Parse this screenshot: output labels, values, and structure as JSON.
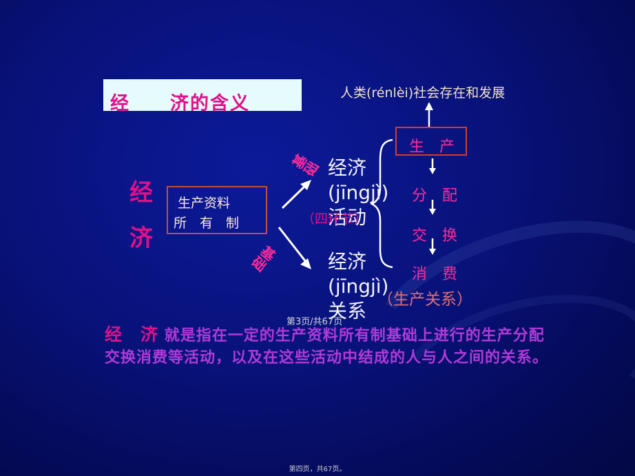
{
  "title": "经　　济的含义",
  "left_chars": [
    "经",
    "济"
  ],
  "ownership_box": {
    "line1": "生产资料",
    "line2": "所　有　制"
  },
  "base_label_upper": "基础",
  "base_label_lower": "基础",
  "economic_activity": "经济(jīngjì)活动",
  "four_links": "（四环节）",
  "economic_relation": "经济(jīngjì)关系",
  "top_goal": "人类(rénlèi)社会存在和发展",
  "steps": [
    "生　产",
    "分　配",
    "交　换",
    "消　费"
  ],
  "production_relation": "（生产关系）",
  "page_marker": "第3页/共67页",
  "definition": {
    "lead": "经　济",
    "text": "就是指在一定的生产资料所有制基础上进行的生产分配交换消费等活动，以及在这些活动中结成的人与人之间的关系。"
  },
  "footer": "第四页，共67页。"
}
